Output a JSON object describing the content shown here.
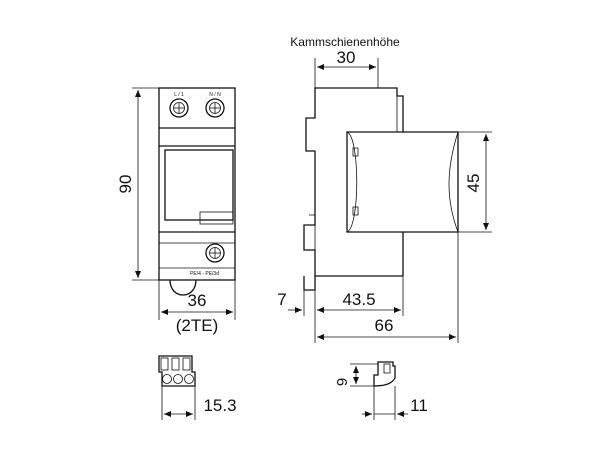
{
  "caption": "Kammschienenhöhe",
  "front": {
    "terminal_left": "L / 1",
    "terminal_right": "N / N",
    "bottom_marking": "PE/4 - PE/3d",
    "height": "90",
    "width": "36",
    "modules": "(2TE)"
  },
  "side": {
    "busbar_height": "30",
    "module_height": "45",
    "offset": "7",
    "depth_front": "43.5",
    "depth_total": "66"
  },
  "plug_front": {
    "width": "15.3"
  },
  "plug_side": {
    "height": "9",
    "width": "11"
  }
}
